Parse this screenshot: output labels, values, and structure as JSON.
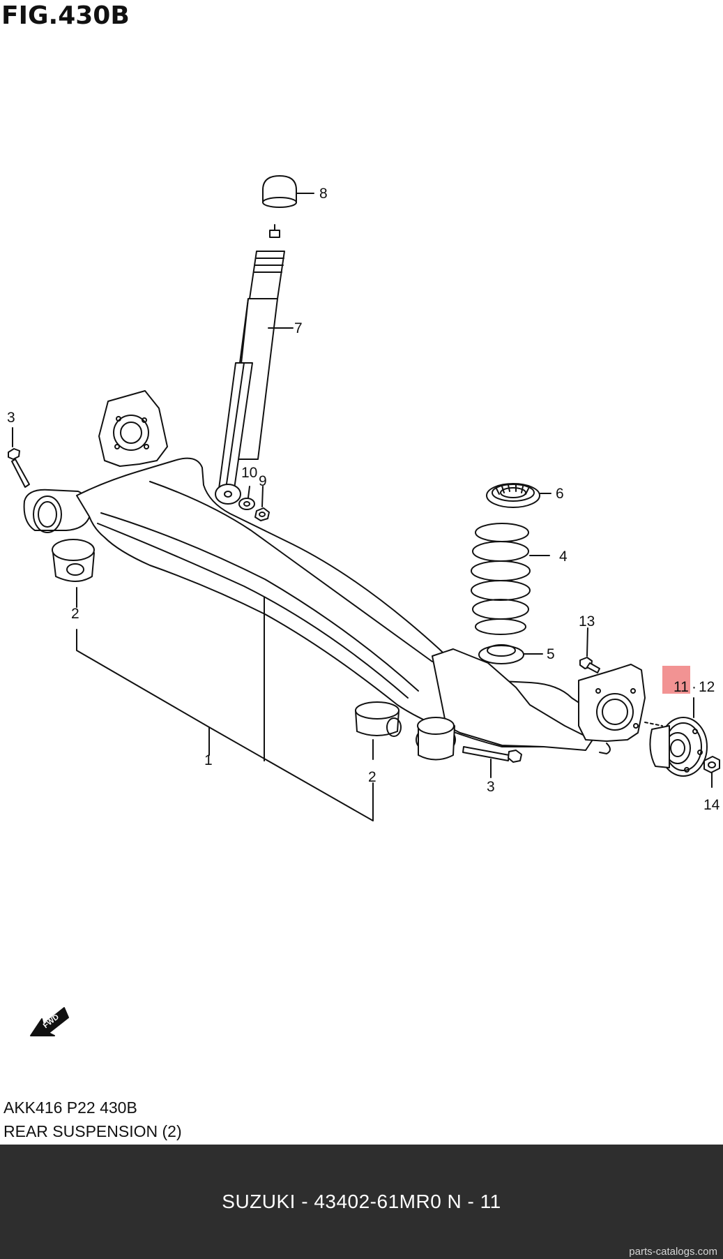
{
  "figure": {
    "title": "FIG.430B",
    "code_line": "AKK416 P22 430B",
    "name_line": "REAR SUSPENSION (2)",
    "fwd_label": "FWD",
    "highlight_color": "#f08080"
  },
  "callouts": {
    "c1": "1",
    "c2a": "2",
    "c2b": "2",
    "c3a": "3",
    "c3b": "3",
    "c4": "4",
    "c5": "5",
    "c6": "6",
    "c7": "7",
    "c8": "8",
    "c9": "9",
    "c10": "10",
    "c11": "11",
    "c12": "12",
    "c13": "13",
    "c14": "14"
  },
  "footer": {
    "text": "SUZUKI - 43402-61MR0    N - 11",
    "site": "parts-catalogs.com",
    "bg_color": "#2e2e2e"
  }
}
